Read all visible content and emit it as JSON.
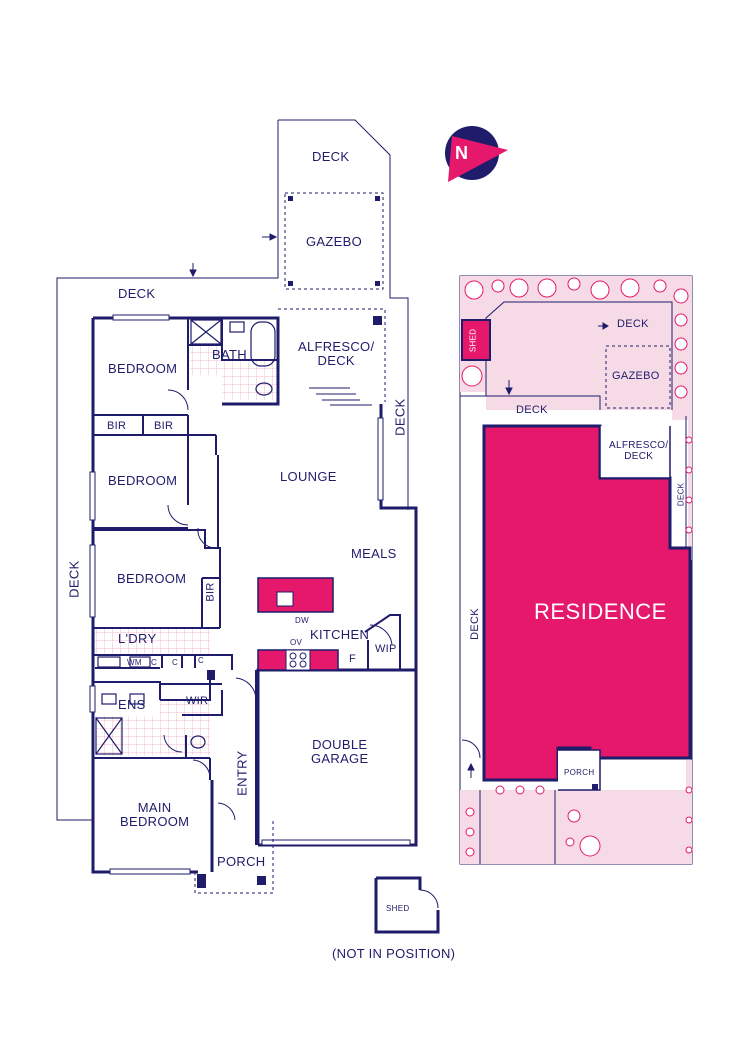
{
  "floor_plan": {
    "rooms": {
      "deck_top": "DECK",
      "gazebo": "GAZEBO",
      "deck_left_top": "DECK",
      "alfresco": "ALFRESCO/\nDECK",
      "deck_side": "DECK",
      "bath": "BATH",
      "bedroom_1": "BEDROOM",
      "bir_1": "BIR",
      "bir_2": "BIR",
      "bedroom_2": "BEDROOM",
      "lounge": "LOUNGE",
      "meals": "MEALS",
      "bedroom_3": "BEDROOM",
      "bir_3": "BIR",
      "deck_west": "DECK",
      "dw": "DW",
      "kitchen": "KITCHEN",
      "ov": "OV",
      "fridge": "F",
      "wip": "WIP",
      "laundry": "L'DRY",
      "wm": "WM",
      "c1": "C",
      "c2": "C",
      "c3": "C",
      "ens": "ENS",
      "wir": "WIR",
      "double_garage": "DOUBLE\nGARAGE",
      "entry": "ENTRY",
      "main_bedroom": "MAIN\nBEDROOM",
      "porch": "PORCH",
      "shed": "SHED",
      "not_in_position": "(NOT IN POSITION)"
    }
  },
  "site_plan": {
    "shed": "SHED",
    "deck_top": "DECK",
    "gazebo": "GAZEBO",
    "deck_mid": "DECK",
    "alfresco": "ALFRESCO/\nDECK",
    "deck_east": "DECK",
    "deck_west": "DECK",
    "residence": "RESIDENCE",
    "porch": "PORCH"
  },
  "compass": {
    "letter": "N",
    "icon": "north-arrow-icon"
  },
  "colors": {
    "wall": "#1e1c6b",
    "accent": "#e5186b",
    "garden": "#f6dbe7",
    "tile_grid": "#f0a8c4"
  }
}
